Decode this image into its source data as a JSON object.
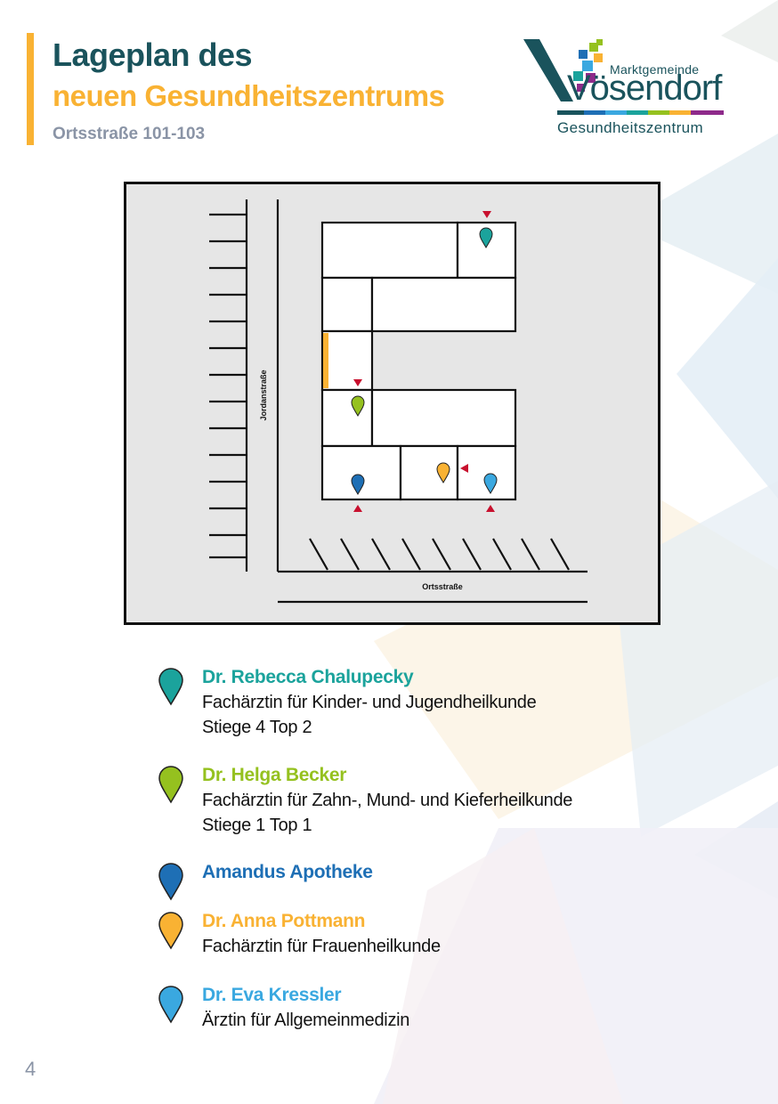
{
  "header": {
    "title_line1": "Lageplan des",
    "title_line2": "neuen Gesundheitszentrums",
    "address": "Ortsstraße 101-103"
  },
  "logo": {
    "small_text": "Marktgemeinde",
    "big_text": "Vösendorf",
    "subtitle": "Gesundheitszentrum",
    "colors": [
      "#1a535c",
      "#1e6fb5",
      "#3aa8e0",
      "#1ba39c",
      "#95c11f",
      "#f9b233",
      "#8e2a8a"
    ]
  },
  "map": {
    "street_vertical": "Jordanstraße",
    "street_horizontal": "Ortsstraße",
    "entrance_marker_color": "#c8102e",
    "highlight_color": "#f9b233"
  },
  "legend": [
    {
      "name": "Dr. Rebecca Chalupecky",
      "color": "#1ba39c",
      "lines": [
        "Fachärztin für Kinder- und Jugendheilkunde",
        "Stiege 4 Top 2"
      ]
    },
    {
      "name": "Dr. Helga Becker",
      "color": "#95c11f",
      "lines": [
        "Fachärztin für Zahn-, Mund- und Kieferheilkunde",
        "Stiege 1 Top 1"
      ]
    },
    {
      "name": "Amandus Apotheke",
      "color": "#1e6fb5",
      "lines": []
    },
    {
      "name": "Dr. Anna Pottmann",
      "color": "#f9b233",
      "lines": [
        "Fachärztin für Frauenheilkunde"
      ]
    },
    {
      "name": "Dr. Eva Kressler",
      "color": "#3aa8e0",
      "lines": [
        "Ärztin für Allgemeinmedizin"
      ]
    }
  ],
  "page_number": "4"
}
